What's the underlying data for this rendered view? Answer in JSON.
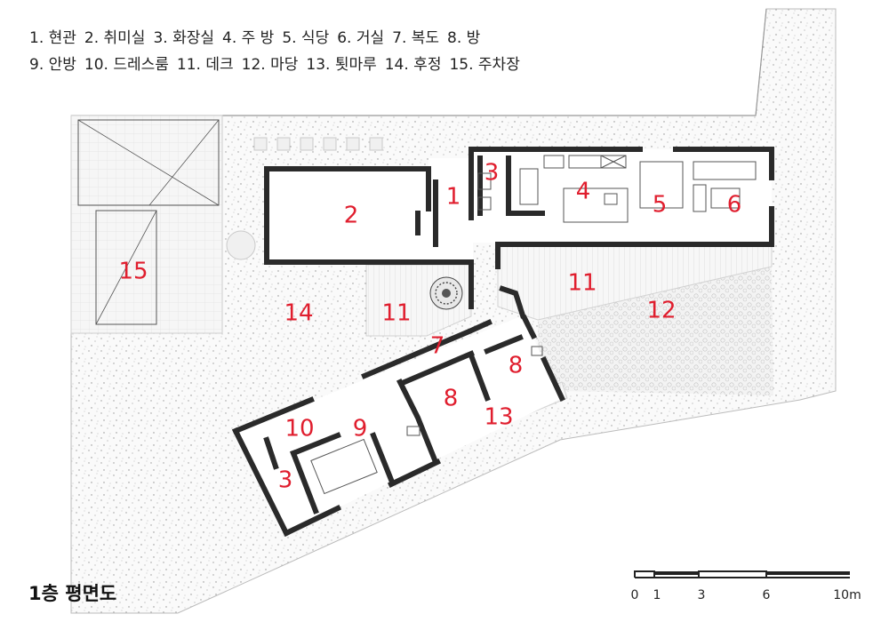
{
  "legend": {
    "line1": [
      "1. 현관",
      "2. 취미실",
      "3. 화장실",
      "4. 주 방",
      "5. 식당",
      "6. 거실",
      "7. 복도",
      "8. 방"
    ],
    "line2": [
      "9. 안방",
      "10. 드레스룸",
      "11. 데크",
      "12. 마당",
      "13. 툇마루",
      "14. 후정",
      "15. 주차장"
    ]
  },
  "rooms": {
    "r1": "1",
    "r2": "2",
    "r3a": "3",
    "r3b": "3",
    "r4": "4",
    "r5": "5",
    "r6": "6",
    "r7": "7",
    "r8a": "8",
    "r8b": "8",
    "r9": "9",
    "r10": "10",
    "r11a": "11",
    "r11b": "11",
    "r12": "12",
    "r13": "13",
    "r14": "14",
    "r15": "15"
  },
  "title": "1층 평면도",
  "scale": {
    "t0": "0",
    "t1": "1",
    "t3": "3",
    "t6": "6",
    "t10": "10m"
  },
  "colors": {
    "room_number": "#e01e2e",
    "wall": "#2a2a2a",
    "ground": "#f4f4f4"
  }
}
